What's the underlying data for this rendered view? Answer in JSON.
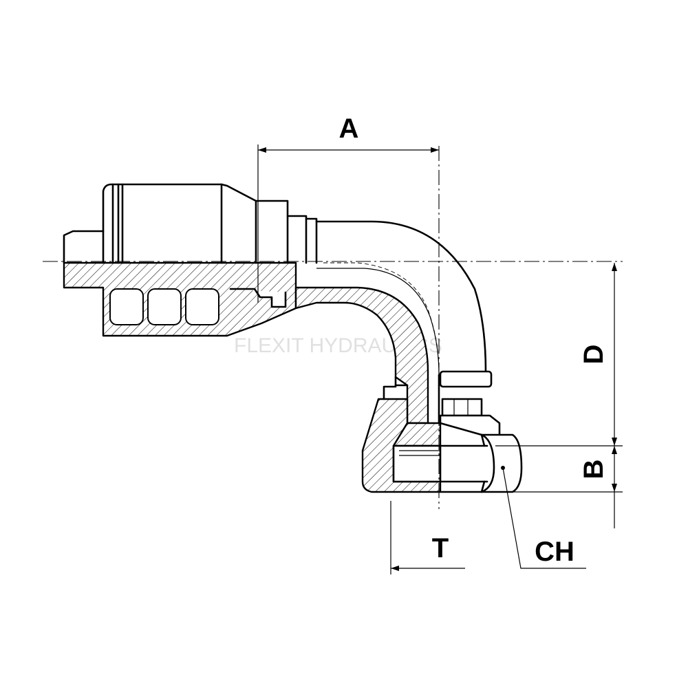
{
  "drawing": {
    "labels": {
      "a": "A",
      "d": "D",
      "b": "B",
      "t": "T",
      "ch": "CH"
    },
    "watermark": "FLEXIT HYDRAULICS"
  }
}
